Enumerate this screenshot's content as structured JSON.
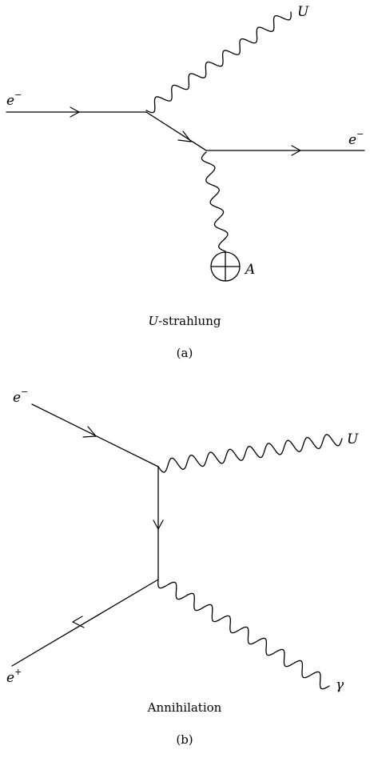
{
  "panel_a": {
    "labels": {
      "e_in": "e",
      "e_in_sup": "−",
      "boson_U": "U",
      "e_out": "e",
      "e_out_sup": "−",
      "nucleus": "A"
    },
    "caption_italic": "U",
    "caption_rest": "-strahlung",
    "sub_label": "(a)"
  },
  "panel_b": {
    "labels": {
      "e_minus": "e",
      "e_minus_sup": "−",
      "boson_U": "U",
      "e_plus": "e",
      "e_plus_sup": "+",
      "photon": "γ"
    },
    "caption": "Annihilation",
    "sub_label": "(b)"
  }
}
